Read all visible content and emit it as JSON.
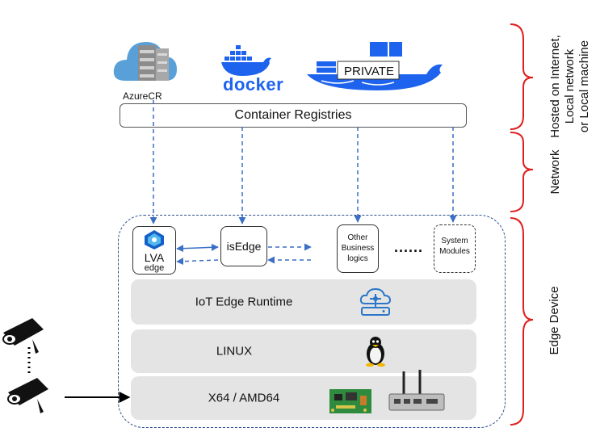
{
  "registries": {
    "azure_label": "AzureCR",
    "docker_label": "docker",
    "private_label": "PRIVATE",
    "bar_label": "Container Registries"
  },
  "modules": {
    "lva_title": "LVA",
    "lva_sub": "edge",
    "isedge": "isEdge",
    "other_line1": "Other",
    "other_line2": "Business",
    "other_line3": "logics",
    "ellipsis": "......",
    "system_line1": "System",
    "system_line2": "Modules"
  },
  "layers": {
    "runtime": "IoT Edge Runtime",
    "os": "LINUX",
    "hw": "X64 / AMD64"
  },
  "side_labels": {
    "hosted_line1": "Hosted on Internet,",
    "hosted_line2": "Local network",
    "hosted_line3": "or Local machine",
    "network": "Network",
    "edge": "Edge Device"
  },
  "colors": {
    "azure": "#5aa0d8",
    "docker": "#1d63ed",
    "arrow": "#3a6fc4",
    "brace": "#e02020",
    "dashed_border": "#2c4f8a",
    "layer_bg": "#e4e4e4"
  }
}
